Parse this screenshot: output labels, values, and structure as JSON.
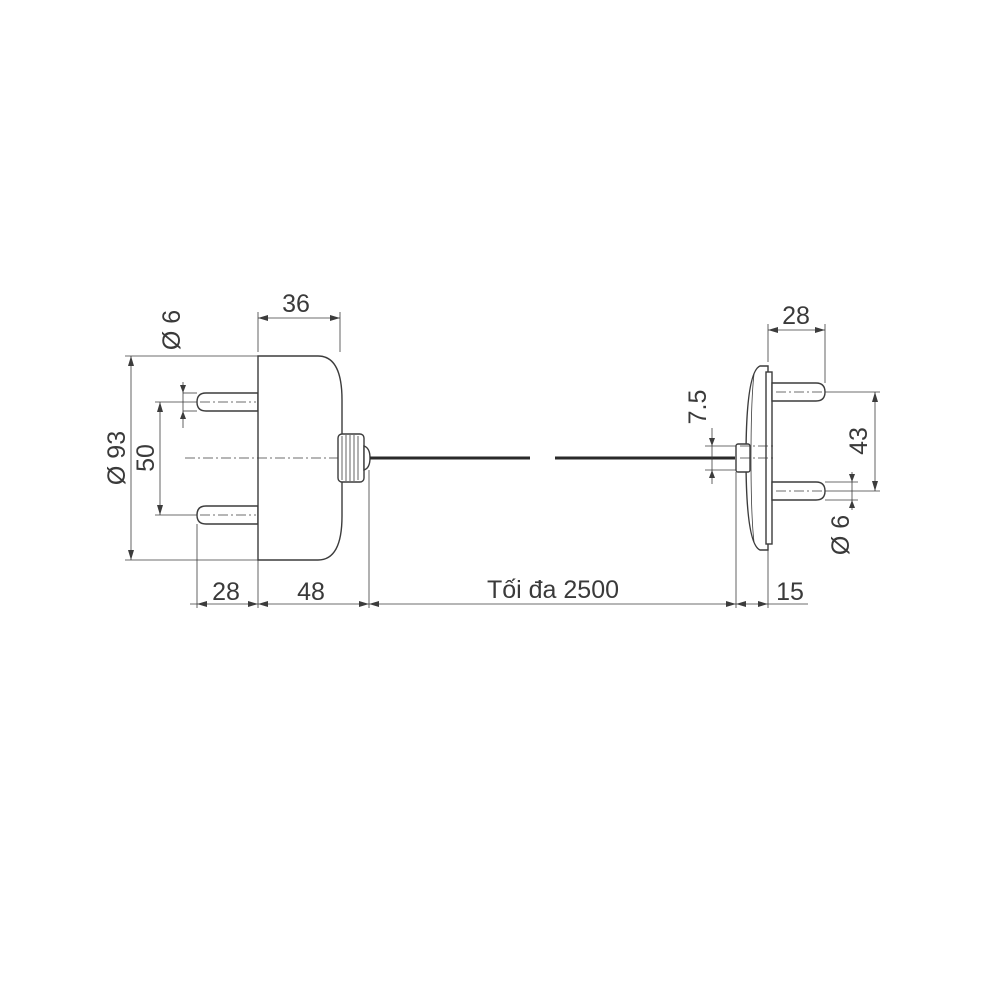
{
  "dimensions": {
    "left_body_length": "36",
    "left_pin_diameter": "Ø 6",
    "left_outer_diameter": "Ø 93",
    "left_pin_spacing": "50",
    "left_pin_length": "28",
    "left_body_depth": "48",
    "rod_length": "Tối đa 2500",
    "right_pin_length": "28",
    "rod_diameter": "7.5",
    "right_pin_spacing": "43",
    "right_pin_diameter": "Ø 6",
    "right_flange_depth": "15"
  },
  "colors": {
    "line": "#3c3c3c",
    "text": "#3a3a3a",
    "background": "#ffffff"
  }
}
